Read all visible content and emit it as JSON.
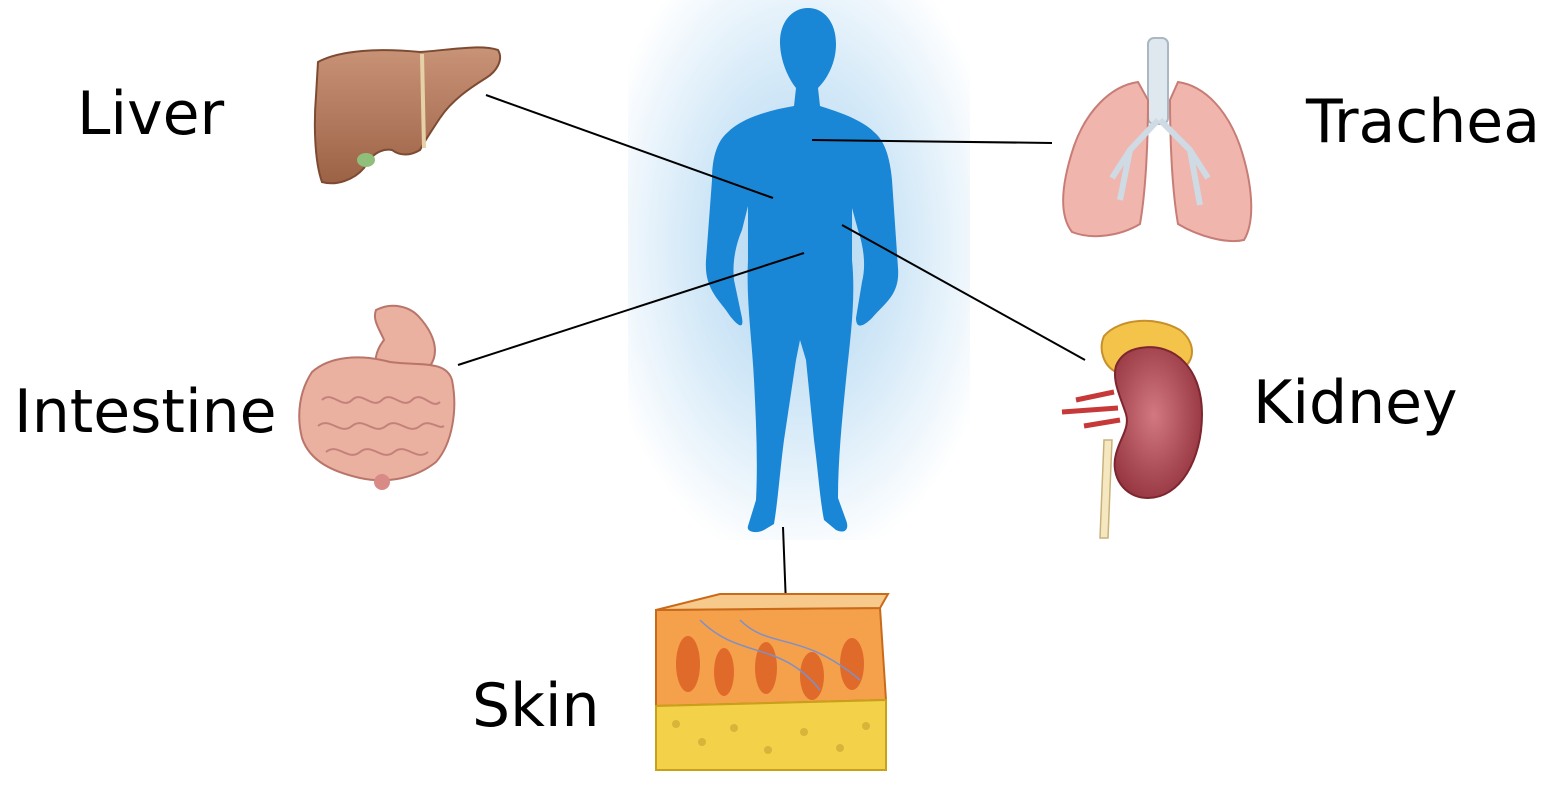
{
  "labels": {
    "liver": "Liver",
    "trachea": "Trachea",
    "intestine": "Intestine",
    "kidney": "Kidney",
    "skin": "Skin"
  },
  "organs": [
    {
      "id": "liver",
      "icon": "liver-icon"
    },
    {
      "id": "trachea",
      "icon": "lungs-trachea-icon"
    },
    {
      "id": "intestine",
      "icon": "stomach-intestine-icon"
    },
    {
      "id": "kidney",
      "icon": "kidney-icon"
    },
    {
      "id": "skin",
      "icon": "skin-cross-section-icon"
    }
  ],
  "colors": {
    "body_silhouette": "#1a86d6",
    "glow": "#cfe6f7",
    "connector": "#000000",
    "liver": "#b47a5c",
    "lung": "#f0b5ad",
    "intestine": "#eab0a0",
    "kidney": "#b5535a",
    "skin": "#f08a3a"
  }
}
